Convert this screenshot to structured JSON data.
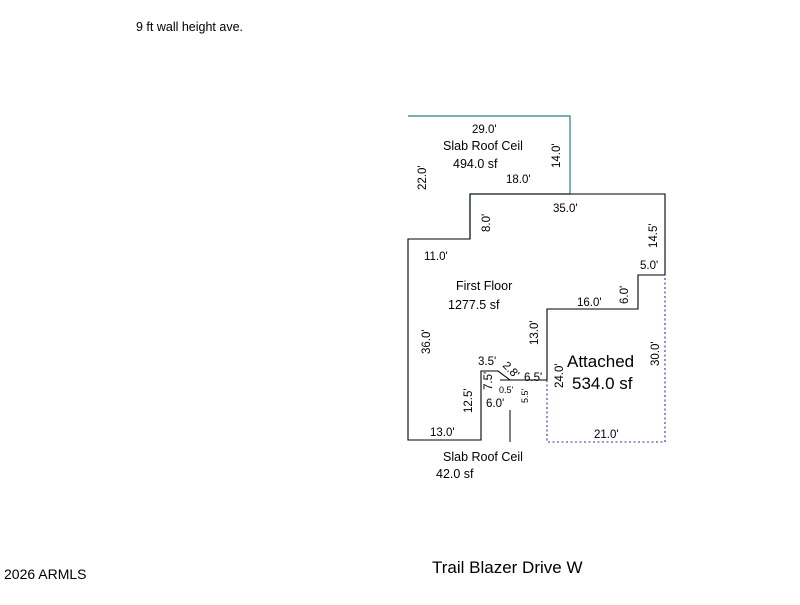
{
  "header": {
    "note": "9 ft wall height ave."
  },
  "footer": {
    "copyright": "2026 ARMLS",
    "street": "Trail Blazer Drive W"
  },
  "areas": {
    "slab_top": {
      "name": "Slab Roof Ceil",
      "area": "494.0 sf"
    },
    "first_floor": {
      "name": "First Floor",
      "area": "1277.5 sf"
    },
    "attached": {
      "name": "Attached",
      "area": "534.0 sf"
    },
    "slab_bottom": {
      "name": "Slab Roof Ceil",
      "area": "42.0 sf"
    }
  },
  "dimensions": {
    "d29": "29.0'",
    "d22": "22.0'",
    "d14": "14.0'",
    "d18": "18.0'",
    "d8": "8.0'",
    "d35": "35.0'",
    "d11": "11.0'",
    "d14_5": "14.5'",
    "d5": "5.0'",
    "d6": "6.0'",
    "d16": "16.0'",
    "d13v": "13.0'",
    "d36": "36.0'",
    "d3_5": "3.5'",
    "d2_8": "2.8'",
    "d6_5": "6.5'",
    "d7_5": "7.5'",
    "d0_5": "0.5'",
    "d5_5": "5.5'",
    "d6_0b": "6.0'",
    "d12_5": "12.5'",
    "d24": "24.0'",
    "d30": "30.0'",
    "d21": "21.0'",
    "d13h": "13.0'"
  },
  "colors": {
    "slab_outline": "#2e7d8c",
    "floor_outline": "#000000",
    "attached_outline": "#1f3a9e"
  }
}
